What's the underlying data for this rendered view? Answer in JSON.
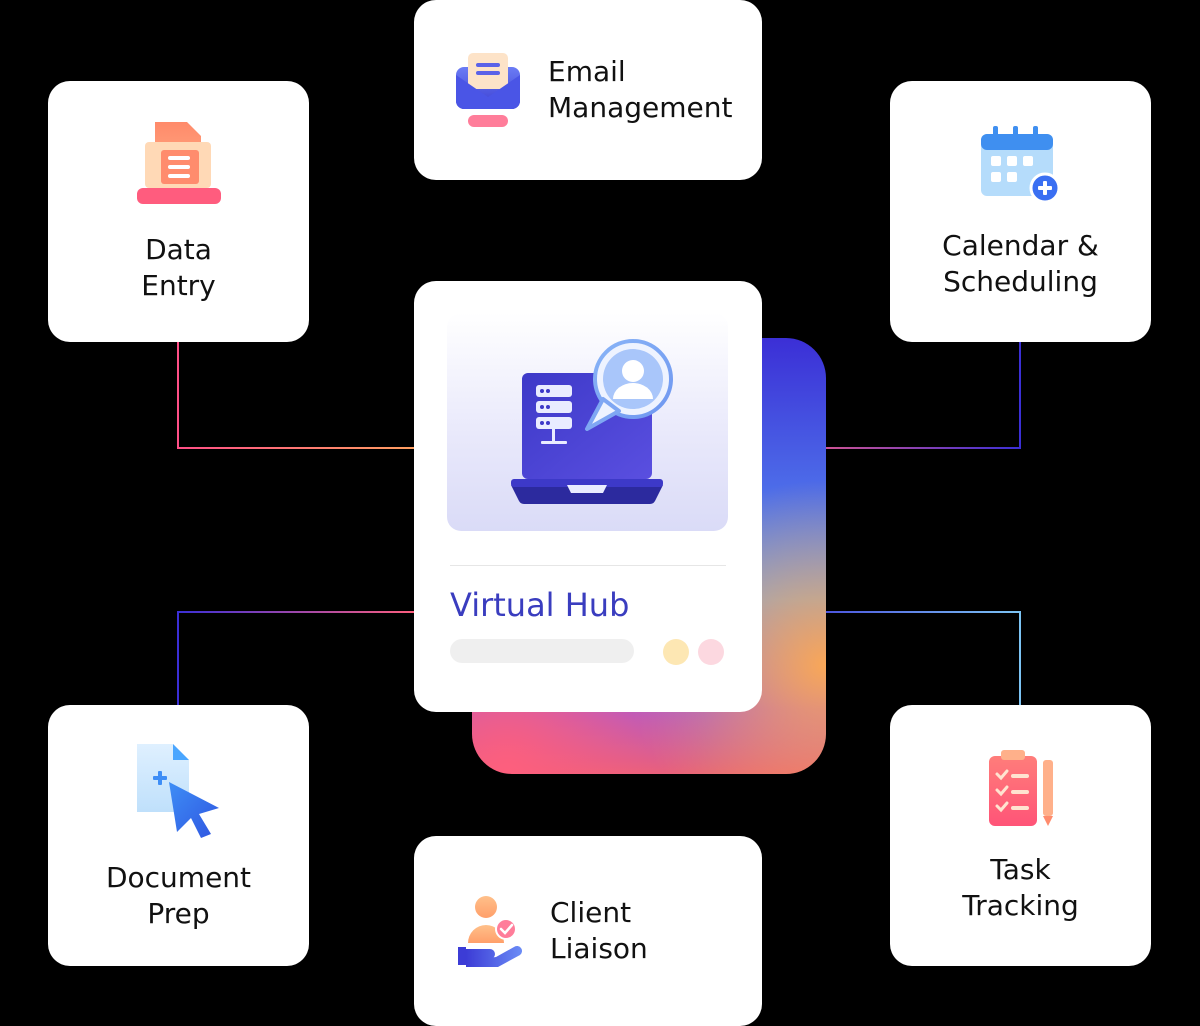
{
  "hub": {
    "title": "Virtual Hub"
  },
  "services": [
    {
      "id": "email-management",
      "label": "Email\nManagement",
      "icon": "envelope-laptop-icon"
    },
    {
      "id": "data-entry",
      "label": "Data\nEntry",
      "icon": "document-stack-icon"
    },
    {
      "id": "calendar-scheduling",
      "label": "Calendar &\nScheduling",
      "icon": "calendar-add-icon"
    },
    {
      "id": "document-prep",
      "label": "Document\nPrep",
      "icon": "document-cursor-icon"
    },
    {
      "id": "client-liaison",
      "label": "Client\nLiaison",
      "icon": "person-hand-icon"
    },
    {
      "id": "task-tracking",
      "label": "Task\nTracking",
      "icon": "clipboard-checklist-icon"
    }
  ],
  "colors": {
    "background": "#000000",
    "card": "#ffffff",
    "hub_title": "#3a3dbf",
    "accent_pink": "#ff5f7d",
    "accent_blue": "#3b2fd6",
    "accent_orange": "#ffaa50",
    "accent_cyan": "#7cc4f4"
  }
}
